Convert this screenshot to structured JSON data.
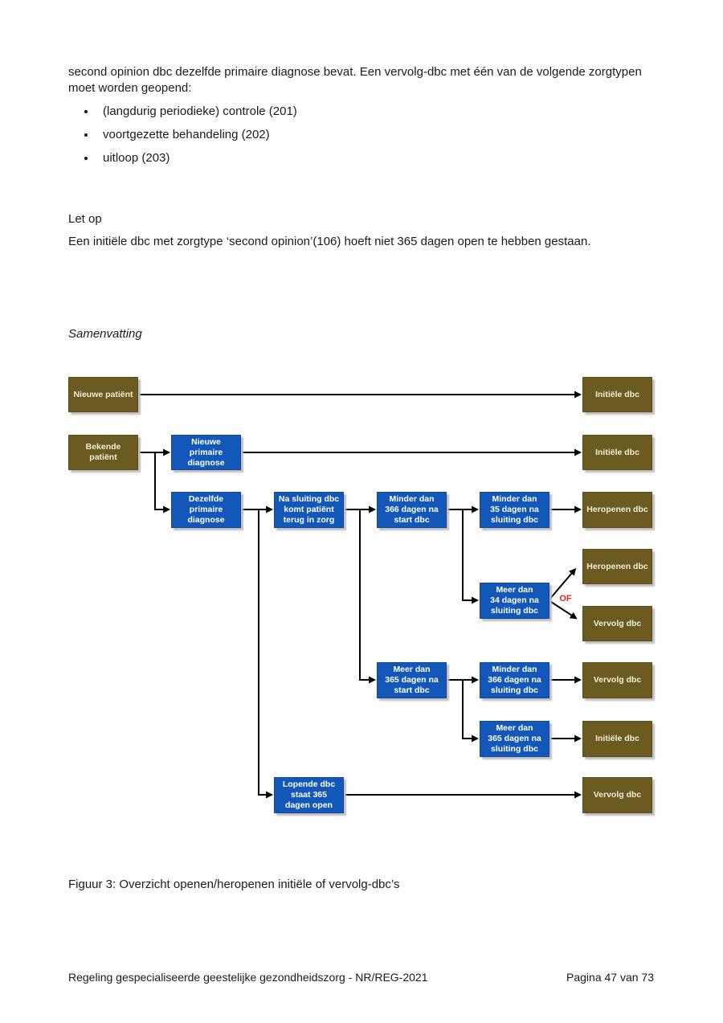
{
  "page": {
    "intro": "second opinion dbc dezelfde primaire diagnose bevat. Een vervolg-dbc met één van de volgende zorgtypen moet worden geopend:",
    "bullets": [
      "(langdurig periodieke) controle (201)",
      "voortgezette behandeling (202)",
      "uitloop (203)"
    ],
    "note_heading": "Let op",
    "note_text": "Een initiële dbc met zorgtype ‘second opinion’(106) hoeft niet 365 dagen open te hebben gestaan.",
    "figure_title": "Samenvatting",
    "figure_caption": "Figuur 3: Overzicht openen/heropenen initiële of vervolg-dbc’s",
    "footer_left": "Regeling gespecialiseerde geestelijke gezondheidszorg - NR/REG-2021",
    "footer_right": "Pagina 47 van 73"
  },
  "colors": {
    "box_blue": "#1358b8",
    "box_olive": "#6c5b21",
    "or_red": "#e02126",
    "arrow": "#000000"
  },
  "flowchart": {
    "or_label": "OF",
    "nodes": {
      "nieuwe_patient": "Nieuwe patiënt",
      "initiele_dbc_1": "Initiële dbc",
      "bekende_patient": "Bekende\npatiënt",
      "nieuwe_primaire_diagnose": "Nieuwe primaire\ndiagnose",
      "initiele_dbc_2": "Initiële dbc",
      "dezelfde_primaire_diagnose": "Dezelfde\nprimaire\ndiagnose",
      "na_sluiting_terug_in_zorg": "Na sluiting dbc\nkomt patiënt\nterug in zorg",
      "minder_366_start": "Minder dan\n366 dagen na\nstart dbc",
      "minder_35_sluiting": "Minder dan\n35 dagen na\nsluiting dbc",
      "heropenen_dbc_1": "Heropenen dbc",
      "heropenen_dbc_2": "Heropenen dbc",
      "meer_34_sluiting": "Meer dan\n34 dagen na\nsluiting dbc",
      "vervolg_dbc_1": "Vervolg dbc",
      "meer_365_start": "Meer dan\n365 dagen na\nstart dbc",
      "minder_366_sluiting": "Minder dan\n366 dagen na\nsluiting dbc",
      "vervolg_dbc_2": "Vervolg dbc",
      "meer_365_sluiting": "Meer dan\n365 dagen na\nsluiting dbc",
      "initiele_dbc_3": "Initiële dbc",
      "lopende_dbc_365_open": "Lopende dbc\nstaat 365\ndagen open",
      "vervolg_dbc_3": "Vervolg dbc"
    }
  }
}
